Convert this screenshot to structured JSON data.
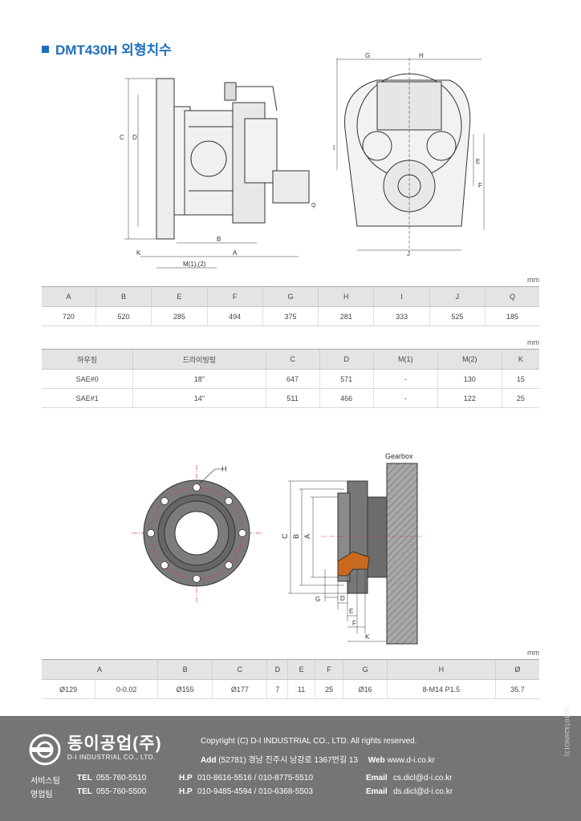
{
  "title": "DMT430H 외형치수",
  "top_drawings": {
    "side_labels": [
      "C",
      "D",
      "K",
      "B",
      "A",
      "M(1),(2)",
      "Q"
    ],
    "front_labels": [
      "G",
      "H",
      "I",
      "E",
      "F",
      "J"
    ]
  },
  "table1": {
    "unit": "mm",
    "headers": [
      "A",
      "B",
      "E",
      "F",
      "G",
      "H",
      "I",
      "J",
      "Q"
    ],
    "row": [
      "720",
      "520",
      "285",
      "494",
      "375",
      "281",
      "333",
      "525",
      "185"
    ]
  },
  "table2": {
    "unit": "mm",
    "headers": [
      "하우징",
      "드라이빙링",
      "C",
      "D",
      "M(1)",
      "M(2)",
      "K"
    ],
    "rows": [
      [
        "SAE#0",
        "18\"",
        "647",
        "571",
        "-",
        "130",
        "15"
      ],
      [
        "SAE#1",
        "14\"",
        "511",
        "466",
        "-",
        "122",
        "25"
      ]
    ]
  },
  "flange_drawing": {
    "hole_label": "H",
    "gearbox_label": "Gearbox",
    "labels": [
      "C",
      "B",
      "A",
      "G",
      "D",
      "E",
      "F",
      "K"
    ]
  },
  "table3": {
    "unit": "mm",
    "headers": [
      "A",
      "B",
      "C",
      "D",
      "E",
      "F",
      "G",
      "H",
      "Ø"
    ],
    "row": [
      "Ø129",
      "0-0.02",
      "Ø155",
      "Ø177",
      "7",
      "11",
      "25",
      "Ø16",
      "8-M14 P1.5",
      "35.7"
    ]
  },
  "footer": {
    "brand_ko": "동이공업(주)",
    "brand_en": "D-I INDUSTRIAL CO., LTD.",
    "copyright": "Copyright (C) D-I INDUSTRIAL CO., LTD. All rights reserved.",
    "add_label": "Add",
    "address": "(52781) 경남 진주시 남강로 1367번길 13",
    "web_label": "Web",
    "web": "www.d-i.co.kr",
    "service": {
      "team": "서비스팀",
      "tel_label": "TEL",
      "tel": "055-760-5510",
      "hp_label": "H.P",
      "hp": "010-8616-5516 / 010-8775-5510",
      "email_label": "Email",
      "email": "cs.dicl@d-i.co.kr"
    },
    "sales": {
      "team": "영업팀",
      "tel_label": "TEL",
      "tel": "055-760-5500",
      "hp_label": "H.P",
      "hp": "010-9485-4594 / 010-6368-5503",
      "email_label": "Email",
      "email": "ds.dicl@d-i.co.kr"
    },
    "doc_code": "[B2107A26NO13]"
  },
  "colors": {
    "accent": "#1d6fbf",
    "footer_bg": "#757575",
    "bronze": "#c8691e"
  }
}
